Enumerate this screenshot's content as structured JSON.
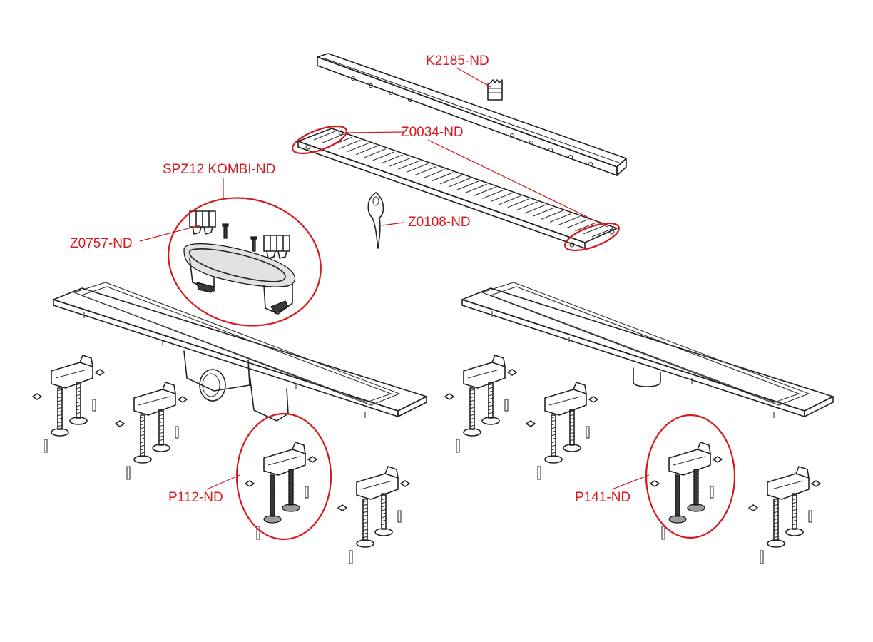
{
  "labels": {
    "k2185": "K2185-ND",
    "z0034": "Z0034-ND",
    "spz12": "SPZ12 KOMBI-ND",
    "z0757": "Z0757-ND",
    "z0108": "Z0108-ND",
    "p112": "P112-ND",
    "p141": "P141-ND"
  },
  "colors": {
    "label": "#d71920",
    "line": "#222222"
  }
}
